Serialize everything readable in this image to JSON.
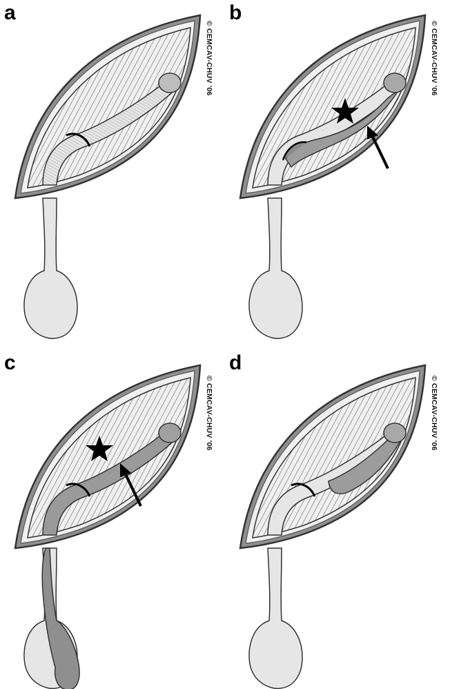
{
  "figure": {
    "panels": [
      {
        "id": "a",
        "label": "a",
        "credit": "© CEMCAV-CHUV '06",
        "star": false,
        "arrow": false,
        "shading": "none"
      },
      {
        "id": "b",
        "label": "b",
        "credit": "© CEMCAV-CHUV '06",
        "star": true,
        "arrow": true,
        "shading": "inner"
      },
      {
        "id": "c",
        "label": "c",
        "credit": "© CEMCAV-CHUV '06",
        "star": true,
        "arrow": true,
        "shading": "full"
      },
      {
        "id": "d",
        "label": "d",
        "credit": "© CEMCAV-CHUV '06",
        "star": false,
        "arrow": false,
        "shading": "outer"
      }
    ],
    "colors": {
      "outline": "#3a3a3a",
      "rim": "#9c9c9c",
      "fill_light": "#ececec",
      "fill_dark": "#9a9a9a",
      "stripe": "#555555"
    }
  }
}
